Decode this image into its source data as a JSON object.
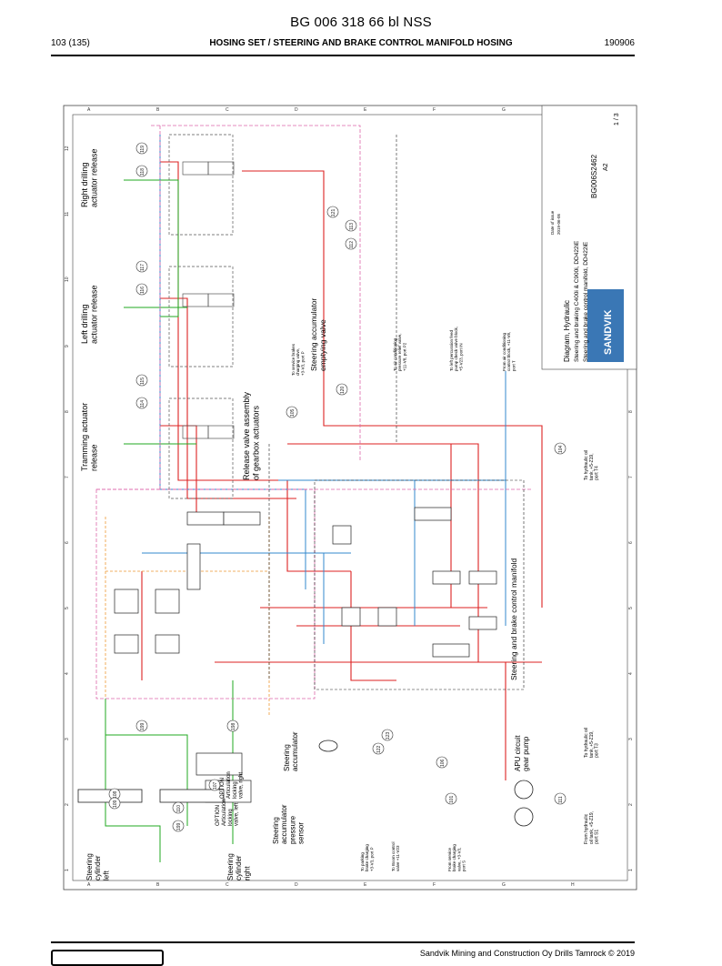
{
  "document": {
    "title": "BG 006 318 66 bl NSS",
    "page": "103 (135)",
    "section": "HOSING SET / STEERING AND BRAKE CONTROL MANIFOLD HOSING",
    "date": "190906",
    "footer": "Sandvik Mining and Construction Oy Drills Tamrock © 2019"
  },
  "schematic": {
    "labels": {
      "right_drilling": [
        "Right drilling",
        "actuator release"
      ],
      "left_drilling": [
        "Left drilling",
        "actuator release"
      ],
      "tramming": [
        "Tramming actuator",
        "release"
      ],
      "release_valve": [
        "Release valve assembly",
        "of gearbox actuators"
      ],
      "accumulator_emptying": [
        "Steering accumulator",
        "emptying valve"
      ],
      "manifold": "Steering and brake control manifold",
      "apu_pump": [
        "APU circuit",
        "gear pump"
      ],
      "cyl_left": [
        "Steering",
        "cylinder",
        "left"
      ],
      "cyl_right": [
        "Steering",
        "cylinder",
        "right"
      ],
      "accumulator": [
        "Steering",
        "accumulator"
      ],
      "pressure_sensor": [
        "Steering",
        "accumulator",
        "pressure",
        "sensor"
      ],
      "option_left": [
        "OPTION",
        "Articulation",
        "locking",
        "valve, left"
      ],
      "option_right": [
        "OPTION",
        "Articulation",
        "locking",
        "valve, right"
      ],
      "service_brake": [
        "To service brakes",
        "charging valve,",
        "+3-V3, port P"
      ],
      "air_cond": [
        "To air conditioning",
        "pressure relief valve,",
        "+11-V8, port P2"
      ],
      "left_percussion": [
        "To left percussion feed",
        "pump check valve block,",
        "+5-V23, port IN"
      ],
      "air_cond_tank": [
        "From air conditioning",
        "control block, +11-V8,",
        "port T"
      ],
      "hyd_tank_t4": [
        "To hydraulic oil",
        "tank, +5-Z19,",
        "port T4"
      ],
      "hyd_tank_t3": [
        "To hydraulic oil",
        "tank, +5-Z19,",
        "port T3"
      ],
      "from_tank": [
        "From hydraulic",
        "oil tank, +5-Z19,",
        "port S1"
      ],
      "parking_brake": [
        "To parking",
        "brake charging",
        "+3-V3, port P"
      ],
      "boom_control": [
        "To Boom control",
        "valve +11-V23"
      ],
      "from_service": [
        "From service",
        "brake charging",
        "valve, +3-V3,",
        "port S"
      ]
    },
    "title_block": {
      "brand": "SANDVIK",
      "diagram_type": "Diagram, Hydraulic",
      "desc1": "Steering and braking C400i & C900i, DD422iE",
      "desc2": "Steering and brake control manifold, DD422iE",
      "drawing_no": "BG006S2462",
      "size": "A2",
      "sheet": "1 / 3",
      "date_label": "Date of issue",
      "date": "2019-06-05"
    },
    "callouts": [
      "119",
      "118",
      "117",
      "116",
      "115",
      "114",
      "121",
      "113",
      "112",
      "120",
      "105",
      "104",
      "106",
      "107",
      "108",
      "109",
      "110",
      "199",
      "198",
      "122",
      "123",
      "111",
      "101",
      "199"
    ],
    "grid_cols": [
      "1",
      "2",
      "3",
      "4",
      "5",
      "6",
      "7",
      "8",
      "9",
      "10",
      "11",
      "12"
    ],
    "grid_rows": [
      "A",
      "B",
      "C",
      "D",
      "E",
      "F",
      "G",
      "H"
    ]
  }
}
